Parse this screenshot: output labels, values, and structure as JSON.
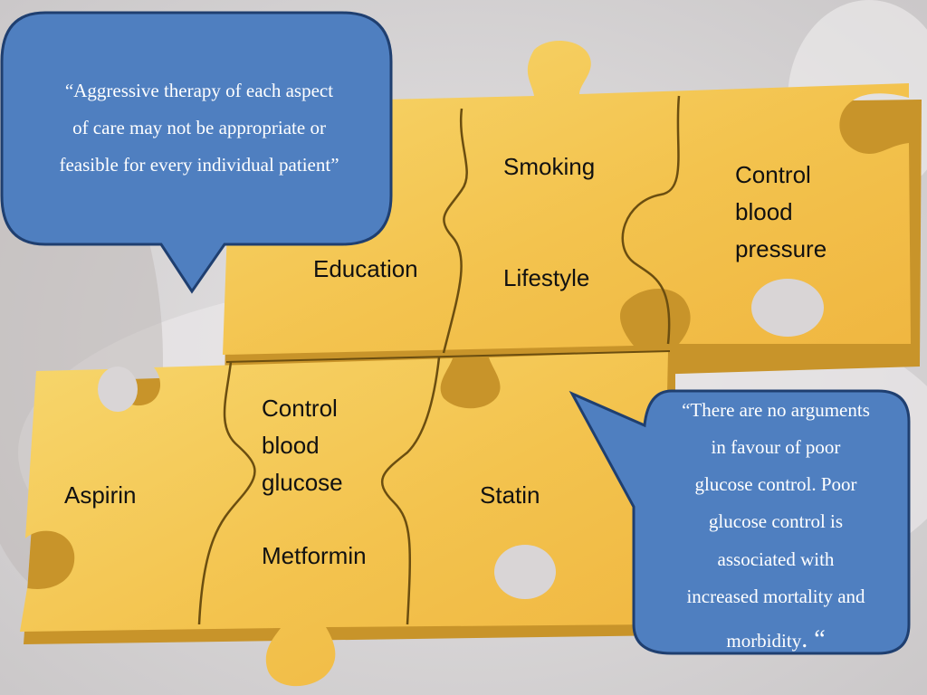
{
  "colors": {
    "bubble_fill": "#4f7fc0",
    "bubble_stroke": "#1f3f70",
    "puzzle_fill": "#f3c34e",
    "puzzle_shade": "#c8942a",
    "background": "#d7d5d6"
  },
  "callouts": {
    "top_left": "“Aggressive therapy of each aspect\nof care may not be appropriate or\nfeasible for every individual patient”",
    "bottom_right": "“There are no arguments\nin favour of poor\nglucose control. Poor\nglucose control is\nassociated with\nincreased mortality and\nmorbidity",
    "bottom_right_end": ". “"
  },
  "pieces": {
    "smoking": "Smoking",
    "lifestyle": "Lifestyle",
    "blood_pressure": "Control\nblood\npressure",
    "education": "Education",
    "blood_glucose": "Control\nblood\nglucose",
    "metformin": "Metformin",
    "aspirin": "Aspirin",
    "statin": "Statin"
  }
}
